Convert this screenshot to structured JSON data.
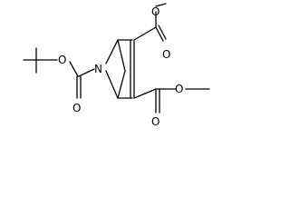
{
  "structure": {
    "atoms": {
      "ester_o_boc": "O",
      "carbonyl_o_boc": "O",
      "nitrogen": "N",
      "carbonyl_o_top": "O",
      "ester_o_top": "O",
      "carbonyl_o_bottom": "O",
      "ester_o_bottom": "O"
    }
  }
}
